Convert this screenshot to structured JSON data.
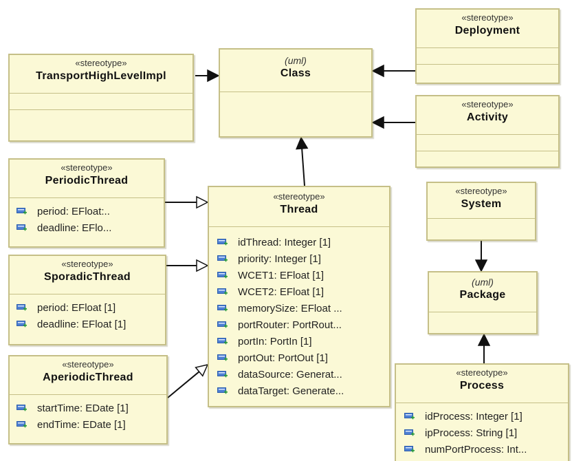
{
  "colors": {
    "box_fill": "#fbf9d6",
    "box_border": "#c5bf87",
    "attr_icon": "#4d7fd3",
    "edge": "#111111"
  },
  "classes": {
    "transport": {
      "stereotype": "«stereotype»",
      "name": "TransportHighLevelImpl"
    },
    "class": {
      "stereotype": "(uml)",
      "name": "Class"
    },
    "deployment": {
      "stereotype": "«stereotype»",
      "name": "Deployment"
    },
    "activity": {
      "stereotype": "«stereotype»",
      "name": "Activity"
    },
    "periodic": {
      "stereotype": "«stereotype»",
      "name": "PeriodicThread",
      "attributes": [
        "period: EFloat:..",
        "deadline: EFlo..."
      ]
    },
    "sporadic": {
      "stereotype": "«stereotype»",
      "name": "SporadicThread",
      "attributes": [
        "period: EFloat [1]",
        "deadline: EFloat [1]"
      ]
    },
    "aperiodic": {
      "stereotype": "«stereotype»",
      "name": "AperiodicThread",
      "attributes": [
        "startTime: EDate [1]",
        "endTime: EDate [1]"
      ]
    },
    "thread": {
      "stereotype": "«stereotype»",
      "name": "Thread",
      "attributes": [
        "idThread: Integer [1]",
        "priority: Integer [1]",
        "WCET1: EFloat [1]",
        "WCET2: EFloat [1]",
        "memorySize: EFloat ...",
        "portRouter: PortRout...",
        "portIn: PortIn [1]",
        "portOut: PortOut [1]",
        "dataSource: Generat...",
        "dataTarget: Generate..."
      ]
    },
    "system": {
      "stereotype": "«stereotype»",
      "name": "System"
    },
    "package": {
      "stereotype": "(uml)",
      "name": "Package"
    },
    "process": {
      "stereotype": "«stereotype»",
      "name": "Process",
      "attributes": [
        "idProcess: Integer [1]",
        "ipProcess: String [1]",
        "numPortProcess: Int..."
      ]
    }
  },
  "relationships": [
    {
      "from": "TransportHighLevelImpl",
      "to": "Class",
      "kind": "extension"
    },
    {
      "from": "Deployment",
      "to": "Class",
      "kind": "extension"
    },
    {
      "from": "Activity",
      "to": "Class",
      "kind": "extension"
    },
    {
      "from": "Thread",
      "to": "Class",
      "kind": "extension"
    },
    {
      "from": "System",
      "to": "Package",
      "kind": "extension"
    },
    {
      "from": "Process",
      "to": "Package",
      "kind": "extension"
    },
    {
      "from": "PeriodicThread",
      "to": "Thread",
      "kind": "generalization"
    },
    {
      "from": "SporadicThread",
      "to": "Thread",
      "kind": "generalization"
    },
    {
      "from": "AperiodicThread",
      "to": "Thread",
      "kind": "generalization"
    }
  ]
}
